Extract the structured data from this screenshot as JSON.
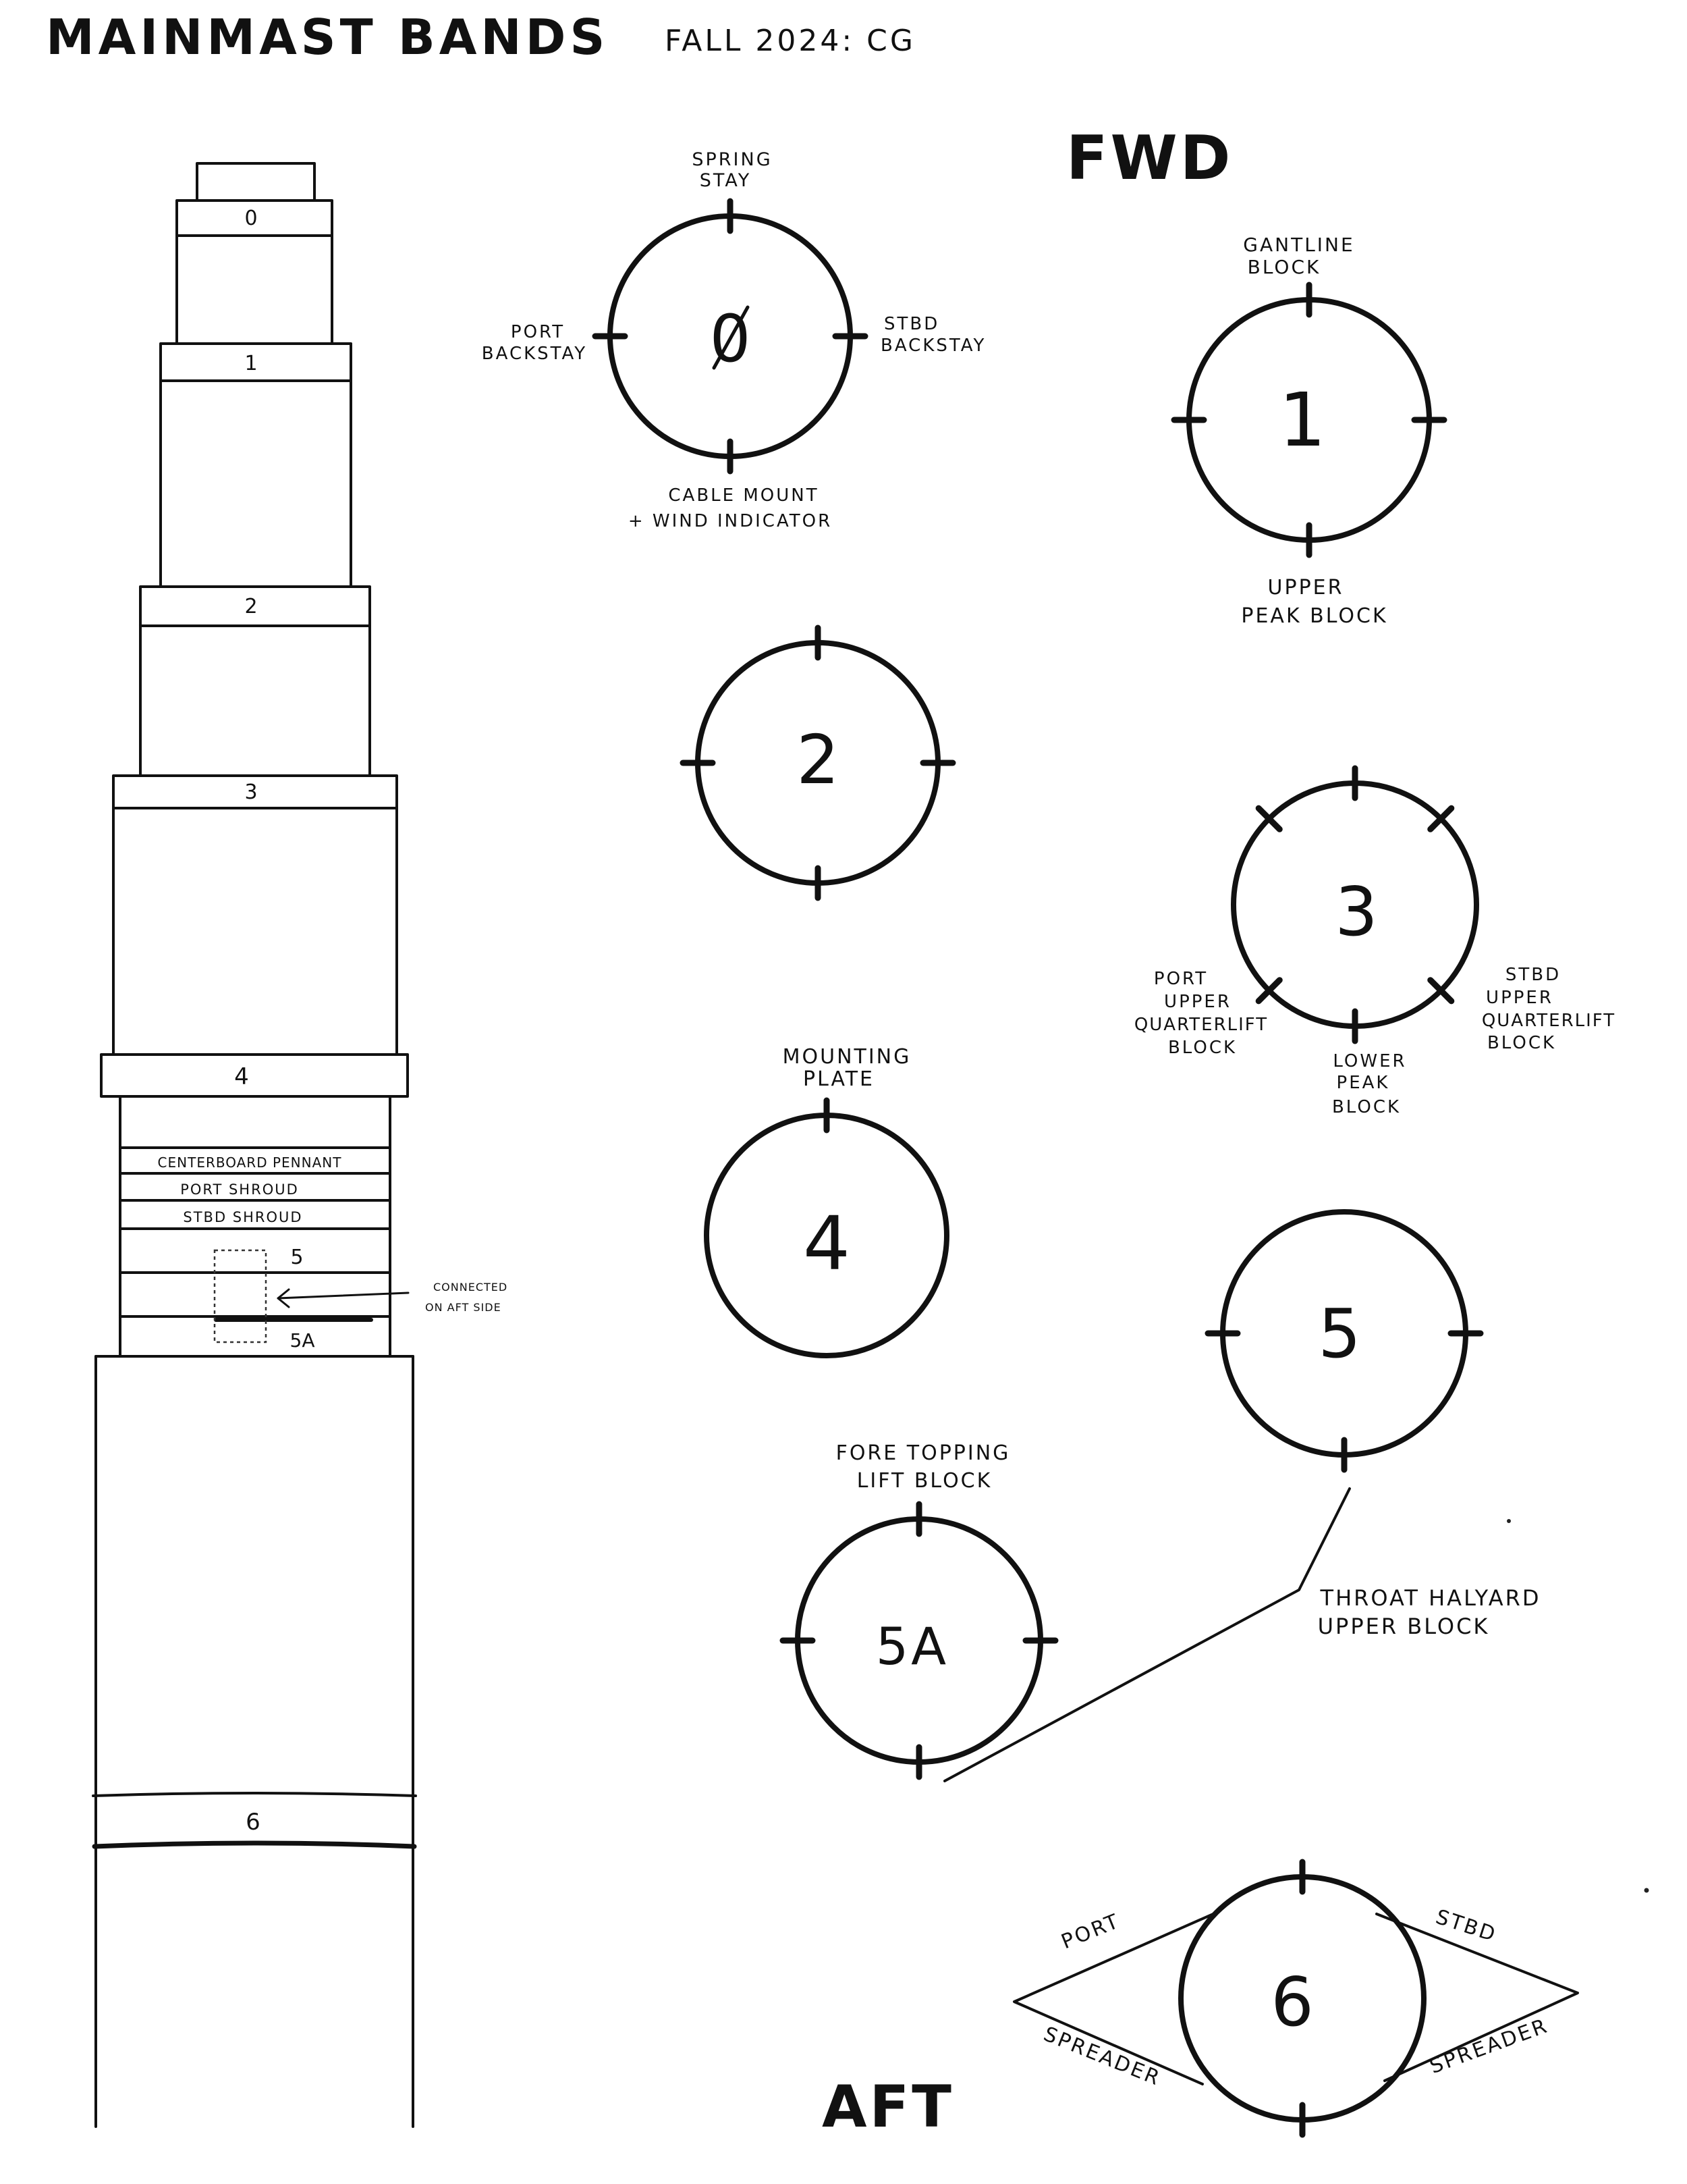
{
  "header": {
    "title": "MAINMAST BANDS",
    "subtitle": "FALL 2024: CG"
  },
  "orientation": {
    "forward": "FWD",
    "aft": "AFT"
  },
  "mast": {
    "band_labels": [
      "0",
      "1",
      "2",
      "3",
      "4",
      "5",
      "5A",
      "6"
    ],
    "attachment_rows": [
      "CENTERBOARD PENNANT",
      "PORT SHROUD",
      "STBD SHROUD"
    ],
    "note": [
      "CONNECTED",
      "ON AFT SIDE"
    ]
  },
  "bands": {
    "b0": {
      "number": "0",
      "top_label": [
        "SPRING",
        "STAY"
      ],
      "left_label": [
        "PORT",
        "BACKSTAY"
      ],
      "right_label": [
        "STBD",
        "BACKSTAY"
      ],
      "bottom_label": [
        "CABLE MOUNT",
        "+ WIND INDICATOR"
      ]
    },
    "b1": {
      "number": "1",
      "top_label": [
        "GANTLINE",
        "BLOCK"
      ],
      "bottom_label": [
        "UPPER",
        "PEAK BLOCK"
      ]
    },
    "b2": {
      "number": "2"
    },
    "b3": {
      "number": "3",
      "port_label": [
        "PORT",
        "UPPER",
        "QUARTERLIFT",
        "BLOCK"
      ],
      "stbd_label": [
        "STBD",
        "UPPER",
        "QUARTERLIFT",
        "BLOCK"
      ],
      "bottom_label": [
        "LOWER",
        "PEAK",
        "BLOCK"
      ]
    },
    "b4": {
      "number": "4",
      "top_label": [
        "MOUNTING",
        "PLATE"
      ]
    },
    "b5": {
      "number": "5",
      "callout": [
        "THROAT HALYARD",
        "UPPER BLOCK"
      ]
    },
    "b5a": {
      "number": "5A",
      "top_label": [
        "FORE TOPPING",
        "LIFT BLOCK"
      ]
    },
    "b6": {
      "number": "6",
      "port_label": "PORT",
      "stbd_label": "STBD",
      "left_bottom_label": "SPREADER",
      "right_bottom_label": "SPREADER"
    }
  }
}
